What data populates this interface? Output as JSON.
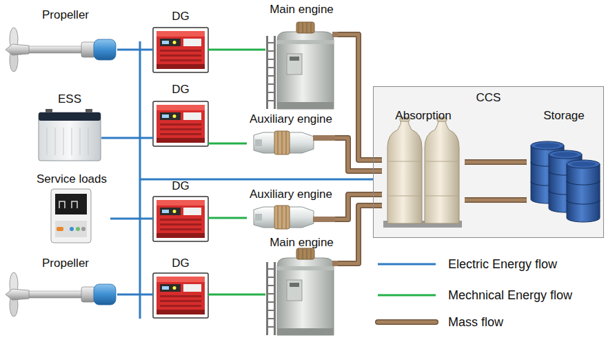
{
  "diagram": {
    "nodes": [
      {
        "text": [
          "Propeller"
        ]
      },
      {
        "text": [
          "DG"
        ]
      },
      {
        "text": [
          "Main engine"
        ]
      },
      {
        "text": [
          "ESS"
        ]
      },
      {
        "text": [
          "DG"
        ]
      },
      {
        "text": [
          "Auxiliary engine"
        ]
      },
      {
        "text": [
          "CCS"
        ]
      },
      {
        "text": [
          "Absorption"
        ],
        "in": 6
      },
      {
        "text": [
          "Storage"
        ],
        "in": 6
      },
      {
        "text": [
          "Service loads"
        ]
      },
      {
        "text": [
          "DG"
        ]
      },
      {
        "text": [
          "Auxiliary engine"
        ]
      },
      {
        "text": [
          "Propeller"
        ]
      },
      {
        "text": [
          "DG"
        ]
      },
      {
        "text": [
          "Main engine"
        ]
      }
    ],
    "edges": [
      {
        "from": 0,
        "to": 1,
        "arrow": "none"
      },
      {
        "from": 1,
        "to": 2,
        "arrow": "none"
      },
      {
        "from": 3,
        "to": 4,
        "arrow": "none"
      },
      {
        "from": 4,
        "to": 5,
        "arrow": "none"
      },
      {
        "from": 9,
        "to": 10,
        "arrow": "none"
      },
      {
        "from": 10,
        "to": 11,
        "arrow": "none"
      },
      {
        "from": 12,
        "to": 13,
        "arrow": "none"
      },
      {
        "from": 13,
        "to": 14,
        "arrow": "none"
      },
      {
        "from": 2,
        "to": 7,
        "arrow": "none"
      },
      {
        "from": 5,
        "to": 7,
        "arrow": "none"
      },
      {
        "from": 11,
        "to": 7,
        "arrow": "none"
      },
      {
        "from": 14,
        "to": 7,
        "arrow": "none"
      },
      {
        "from": 7,
        "to": 8,
        "arrow": "none"
      },
      {
        "from": 7,
        "to": 8,
        "arrow": "none"
      }
    ],
    "legend": [
      {
        "text": "Electric Energy flow"
      },
      {
        "text": "Mechnical Energy flow"
      },
      {
        "text": "Mass flow"
      }
    ]
  }
}
